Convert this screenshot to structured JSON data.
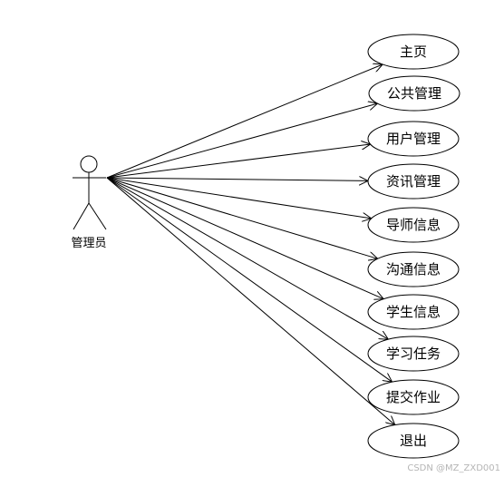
{
  "actor": {
    "label": "管理员",
    "icon": "stick-figure-actor-icon"
  },
  "use_cases": [
    {
      "id": "home",
      "label": "主页"
    },
    {
      "id": "public-management",
      "label": "公共管理"
    },
    {
      "id": "user-management",
      "label": "用户管理"
    },
    {
      "id": "news-management",
      "label": "资讯管理"
    },
    {
      "id": "mentor-info",
      "label": "导师信息"
    },
    {
      "id": "communication-info",
      "label": "沟通信息"
    },
    {
      "id": "student-info",
      "label": "学生信息"
    },
    {
      "id": "study-tasks",
      "label": "学习任务"
    },
    {
      "id": "submit-homework",
      "label": "提交作业"
    },
    {
      "id": "logout",
      "label": "退出"
    }
  ],
  "watermark": "CSDN @MZ_ZXD001",
  "colors": {
    "stroke": "#000000",
    "background": "#ffffff",
    "watermark": "#b5b5b5"
  }
}
